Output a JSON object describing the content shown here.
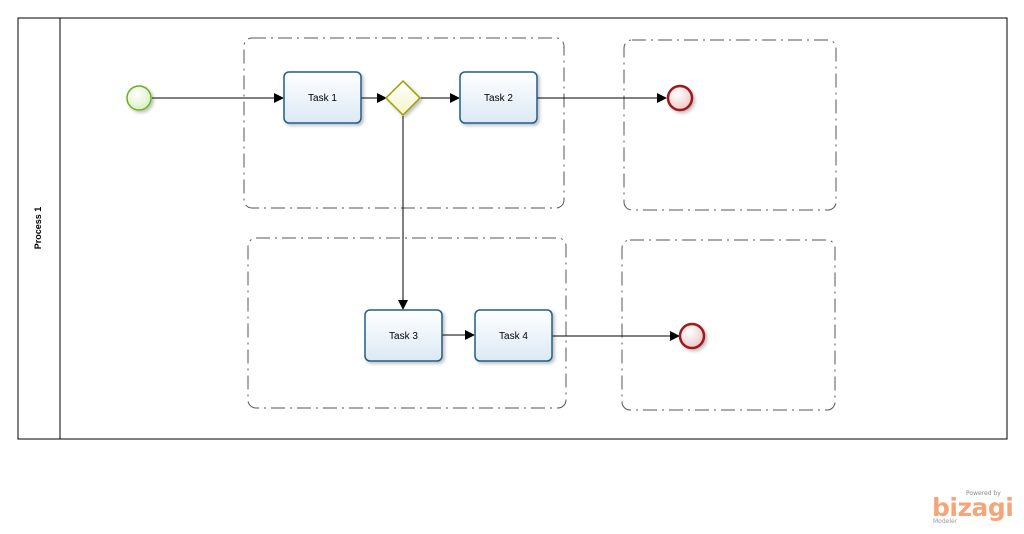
{
  "pool": {
    "label": "Process 1"
  },
  "tasks": {
    "task1": "Task 1",
    "task2": "Task 2",
    "task3": "Task 3",
    "task4": "Task 4"
  },
  "branding": {
    "powered_by": "Powered by",
    "brand": "bizagi",
    "product": "Modeler"
  },
  "colors": {
    "task_stroke": "#1f5f8b",
    "start_event": "#6ab023",
    "end_event": "#9b1b1b",
    "gateway": "#9aa000"
  }
}
